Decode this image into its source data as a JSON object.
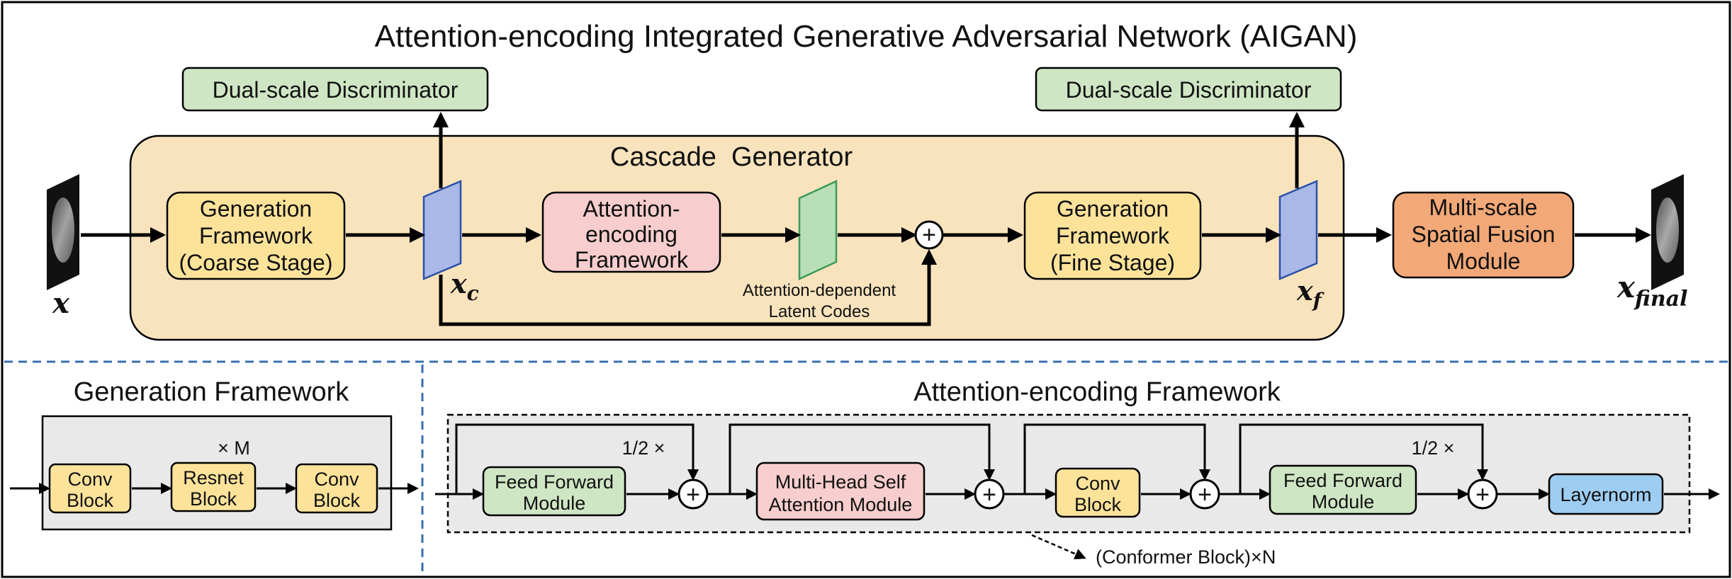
{
  "title": "Attention-encoding Integrated Generative Adversarial Network (AIGAN)",
  "top": {
    "cascade_label": "Cascade  Generator",
    "disc_left": "Dual-scale Discriminator",
    "disc_right": "Dual-scale Discriminator",
    "gen_coarse": [
      "Generation",
      "Framework",
      "(Coarse Stage)"
    ],
    "attn_framework": [
      "Attention-",
      "encoding",
      "Framework"
    ],
    "gen_fine": [
      "Generation",
      "Framework",
      "(Fine Stage)"
    ],
    "fusion": [
      "Multi-scale",
      "Spatial Fusion",
      "Module"
    ],
    "latent_label": [
      "Attention-dependent",
      "Latent Codes"
    ],
    "sym_input": "x",
    "sym_xc_base": "x",
    "sym_xc_sub": "c",
    "sym_xf_base": "x",
    "sym_xf_sub": "f",
    "sym_final_base": "x",
    "sym_final_sub": "final",
    "plus": "+"
  },
  "gen_section": {
    "title": "Generation Framework",
    "repeat": "× M",
    "conv1": [
      "Conv",
      "Block"
    ],
    "resnet": [
      "Resnet",
      "Block"
    ],
    "conv2": [
      "Conv",
      "Block"
    ]
  },
  "attn_section": {
    "title": "Attention-encoding Framework",
    "ff1": [
      "Feed Forward",
      "Module"
    ],
    "mhsa": [
      "Multi-Head Self",
      "Attention Module"
    ],
    "conv": [
      "Conv",
      "Block"
    ],
    "ff2": [
      "Feed Forward",
      "Module"
    ],
    "layernorm": "Layernorm",
    "half1": "1/2 ×",
    "half2": "1/2 ×",
    "conformer": "(Conformer Block)×N",
    "plus": "+"
  },
  "colors": {
    "yellow": "#fde39a",
    "pink": "#f7cdcd",
    "green": "#cfe6c4",
    "orange": "#f2a877",
    "blue_box": "#9ecdf2",
    "plane_blue": "#a9b8e6",
    "plane_green": "#b9dfb7",
    "cascade_bg": "#f8e3bd",
    "panel_bg": "#e9e9e9",
    "divider": "#3a6fb0"
  }
}
